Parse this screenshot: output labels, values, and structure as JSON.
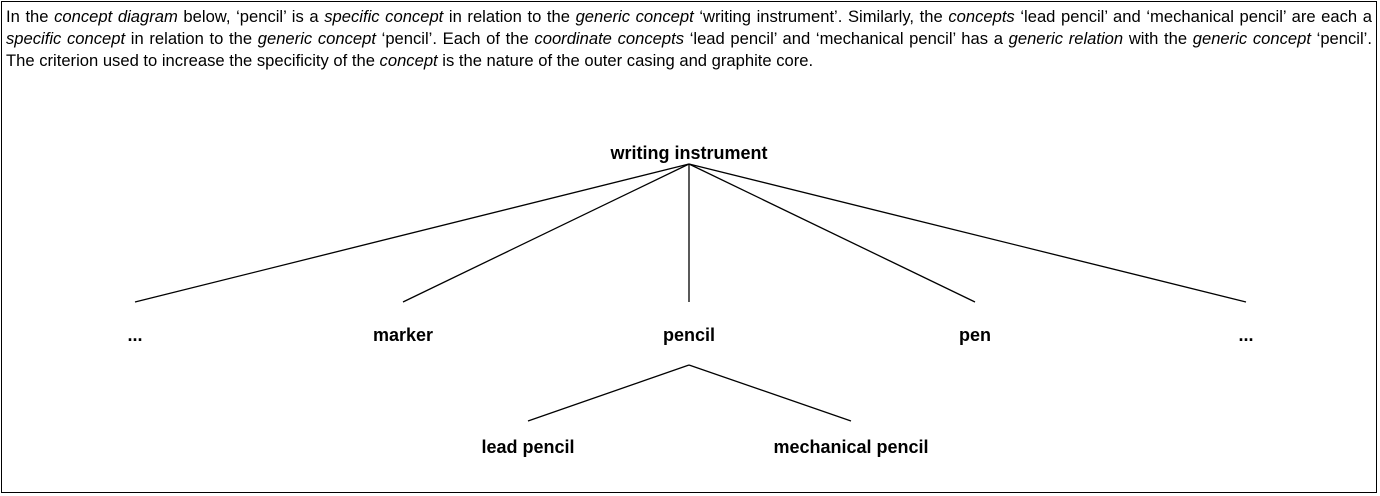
{
  "intro": {
    "s1a": "In the ",
    "s1b": "concept diagram",
    "s1c": " below, ‘pencil’ is a ",
    "s1d": "specific concept",
    "s1e": " in relation to the ",
    "s1f": "generic concept",
    "s1g": " ‘writing instrument’.  Similarly, the ",
    "s1h": "concepts",
    "s1i": " ‘lead pencil’ and ‘mechanical pencil’ are each a ",
    "s1j": "specific concept",
    "s1k": " in relation to the ",
    "s1l": "generic concept",
    "s1m": " ‘pencil’.  Each of the ",
    "s1n": "coordinate concepts",
    "s1o": " ‘lead pencil’ and ‘mechanical pencil’ has a ",
    "s1p": "generic relation",
    "s1q": " with the ",
    "s1r": "generic concept",
    "s1s": " ‘pencil’.  The criterion used to increase the specificity of the ",
    "s1t": "concept",
    "s1u": " is the nature of the outer casing and graphite core."
  },
  "diagram": {
    "root": "writing instrument",
    "level1": [
      "...",
      "marker",
      "pencil",
      "pen",
      "..."
    ],
    "level2": [
      "lead pencil",
      "mechanical pencil"
    ]
  }
}
